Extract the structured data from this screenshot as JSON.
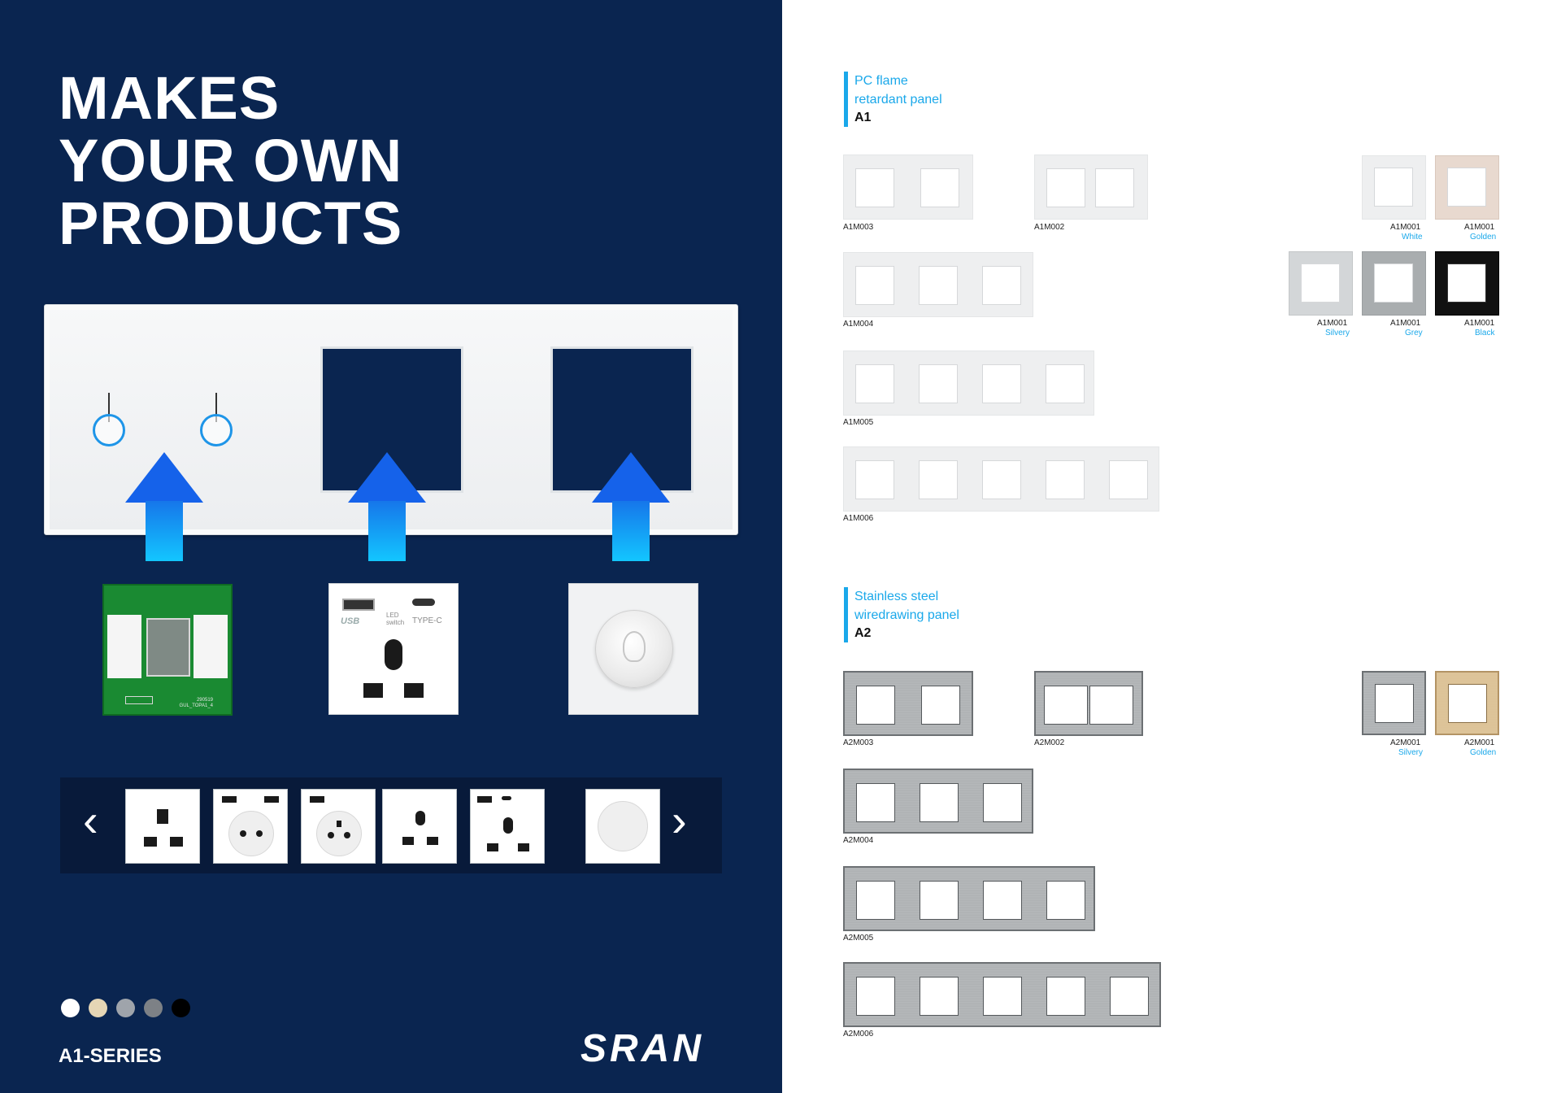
{
  "headline": [
    "MAKES",
    "YOUR OWN",
    "PRODUCTS"
  ],
  "series_label": "A1-SERIES",
  "brand": "SRAN",
  "module_socket": {
    "usb_label": "USB",
    "led_label": "LED\nswitch",
    "typec_label": "TYPE-C"
  },
  "pcb_text": "290519\nGUL_TOPA1_4",
  "carousel": {
    "prev_icon": "chevron-left-icon",
    "next_icon": "chevron-right-icon",
    "items": [
      "uk-socket",
      "schuko-usb-socket",
      "french-usb-socket",
      "universal-socket",
      "universal-usb-socket",
      "dimmer"
    ]
  },
  "color_dots": [
    "#ffffff",
    "#e5d6b5",
    "#9fa4ab",
    "#7d8186",
    "#000000"
  ],
  "sections": [
    {
      "title_lines": [
        "PC flame",
        "retardant panel"
      ],
      "code": "A1",
      "frames": [
        {
          "code": "A1M003"
        },
        {
          "code": "A1M002"
        },
        {
          "code": "A1M004"
        },
        {
          "code": "A1M005"
        },
        {
          "code": "A1M006"
        }
      ],
      "singles": [
        {
          "code": "A1M001",
          "color": "White"
        },
        {
          "code": "A1M001",
          "color": "Golden"
        },
        {
          "code": "A1M001",
          "color": "Silvery"
        },
        {
          "code": "A1M001",
          "color": "Grey"
        },
        {
          "code": "A1M001",
          "color": "Black"
        }
      ]
    },
    {
      "title_lines": [
        "Stainless steel",
        "wiredrawing panel"
      ],
      "code": "A2",
      "frames": [
        {
          "code": "A2M003"
        },
        {
          "code": "A2M002"
        },
        {
          "code": "A2M004"
        },
        {
          "code": "A2M005"
        },
        {
          "code": "A2M006"
        }
      ],
      "singles": [
        {
          "code": "A2M001",
          "color": "Silvery"
        },
        {
          "code": "A2M001",
          "color": "Golden"
        }
      ]
    }
  ]
}
